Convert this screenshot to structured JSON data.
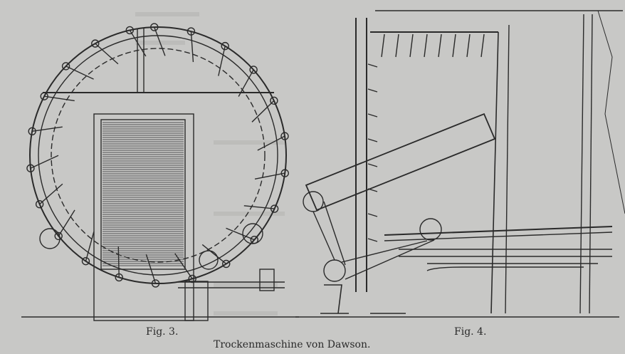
{
  "figures": [
    {
      "caption": "Fig. 3."
    },
    {
      "caption": "Fig. 4."
    }
  ],
  "title": "Trockenmaschine von Dawson.",
  "colors": {
    "paper": "#c8c8c6",
    "ink": "#2a2a2a"
  }
}
